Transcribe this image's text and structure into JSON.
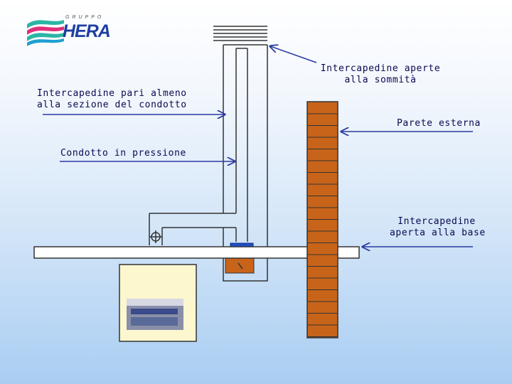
{
  "logo": {
    "group_text": "GRUPPO",
    "brand_text": "HERA",
    "colors": {
      "teal": "#2cb5a5",
      "magenta": "#e0307a",
      "blue": "#1f3fa0"
    }
  },
  "labels": {
    "top_opening": [
      "Intercapedine aperte",
      "alla sommità"
    ],
    "gap_section": [
      "Intercapedine pari almeno",
      "alla sezione del condotto"
    ],
    "outer_wall": [
      "Parete esterna"
    ],
    "pressure_duct": [
      "Condotto in pressione"
    ],
    "base_opening": [
      "Intercapedine",
      "aperta alla base"
    ]
  },
  "colors": {
    "brick": "#c8641a",
    "label_text": "#0a0a50",
    "arrow": "#2a3aa0",
    "boiler_fill": "#fdf7cf"
  }
}
